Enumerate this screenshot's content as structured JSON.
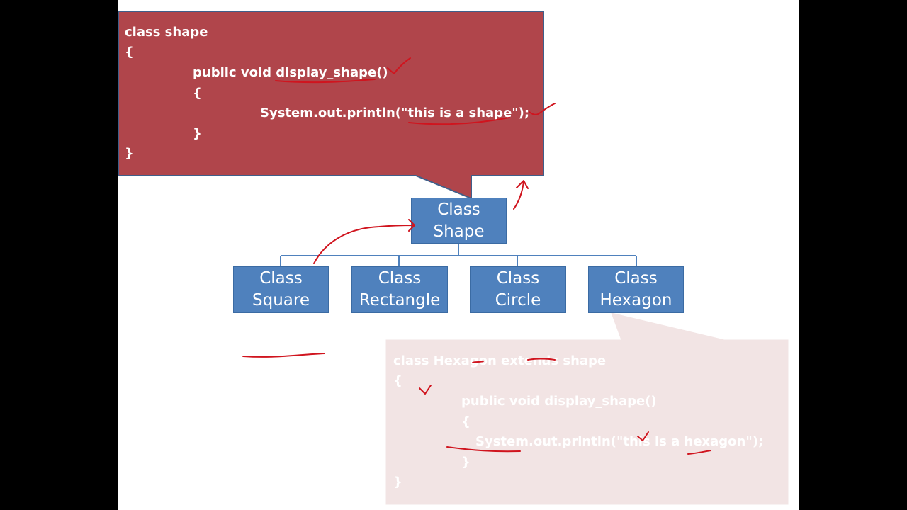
{
  "callout_top": {
    "lines": [
      "class shape",
      "{",
      "public void display_shape()",
      "{",
      "System.out.println(\"this is a shape\");",
      "}",
      "}"
    ],
    "fill": "#b0454b"
  },
  "callout_bottom": {
    "lines": [
      "class Hexagon extends shape",
      "{",
      "public void display_shape()",
      "{",
      "System.out.println(\"this is a hexagon\");",
      "}",
      "}"
    ],
    "fill": "#f2e4e4"
  },
  "boxes": {
    "shape": {
      "line1": "Class",
      "line2": "Shape"
    },
    "square": {
      "line1": "Class",
      "line2": "Square"
    },
    "rectangle": {
      "line1": "Class",
      "line2": "Rectangle"
    },
    "circle": {
      "line1": "Class",
      "line2": "Circle"
    },
    "hexagon": {
      "line1": "Class",
      "line2": "Hexagon"
    }
  },
  "colors": {
    "box_fill": "#4f81bd",
    "connector": "#4f81bd",
    "ink": "#d0141e",
    "background": "#ffffff",
    "letterbox": "#000000"
  }
}
